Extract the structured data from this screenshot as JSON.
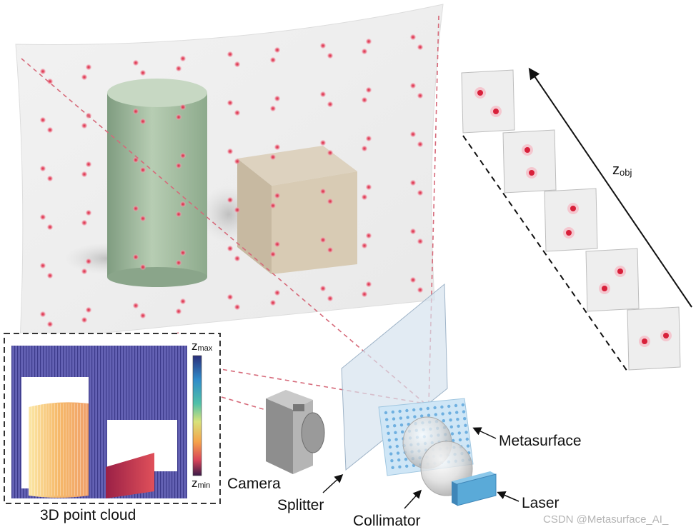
{
  "labels": {
    "point_cloud": "3D point cloud",
    "camera": "Camera",
    "splitter": "Splitter",
    "collimator": "Collimator",
    "metasurface": "Metasurface",
    "laser": "Laser",
    "z_obj_main": "z",
    "z_obj_sub": "obj",
    "colorbar_max_main": "z",
    "colorbar_max_sub": "max",
    "colorbar_min_main": "z",
    "colorbar_min_sub": "min"
  },
  "watermark": "CSDN @Metasurface_AI_",
  "colors": {
    "cylinder": "#a7bfa3",
    "cube": "#d8cbb4",
    "dot": "#e0405a",
    "screen": "#eeeeee",
    "pointcloud_bg": "#5c5aa8",
    "laser": "#5aaad8",
    "metasurface": "#cfe6f6"
  }
}
